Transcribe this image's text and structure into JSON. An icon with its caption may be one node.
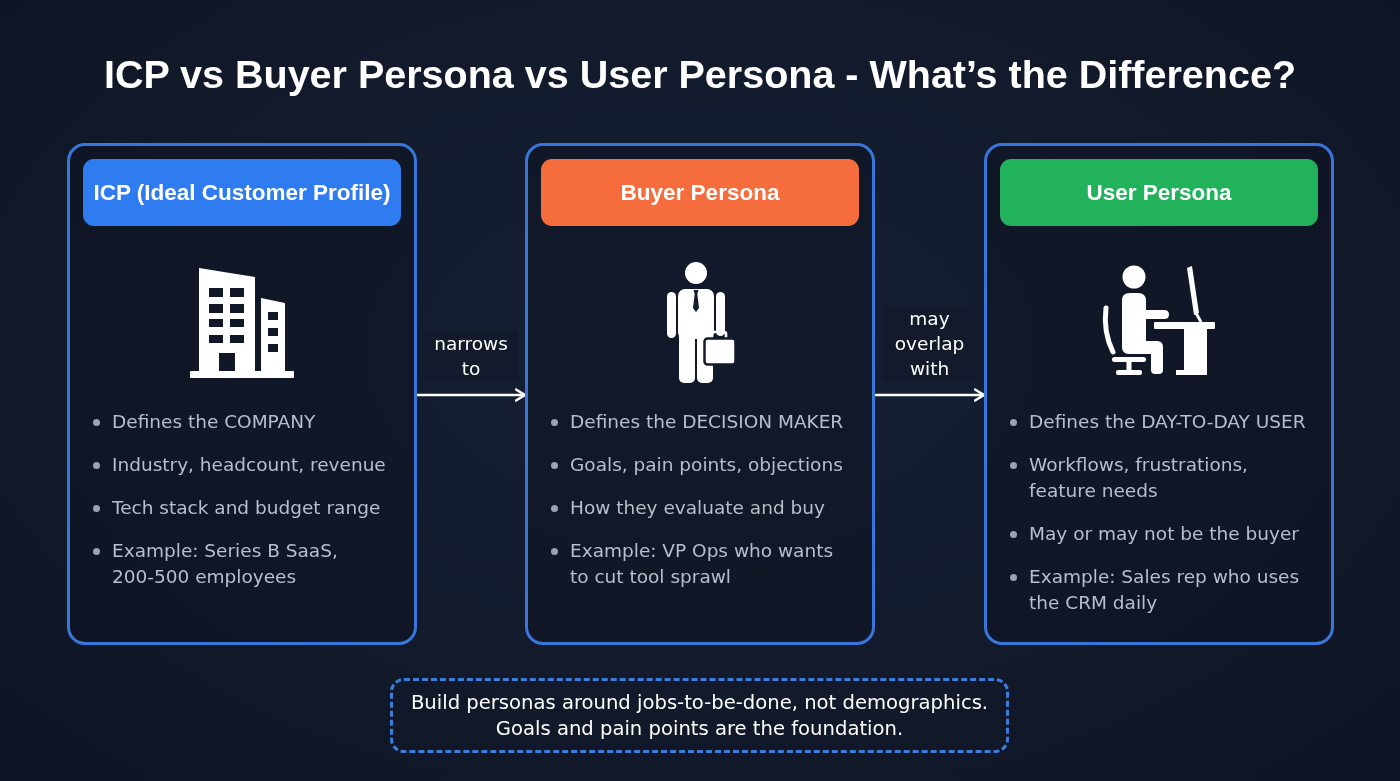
{
  "diagram": {
    "title": "ICP vs Buyer Persona vs User Persona - What’s the Difference?",
    "nodes": [
      {
        "text": [
          "Defines the COMPANY",
          "Industry, headcount, revenue",
          "Tech stack and budget range",
          "Example: Series B SaaS, 200-500 employees"
        ]
      },
      {
        "text": [
          "ICP (Ideal Customer Profile)"
        ],
        "in": 0
      },
      {
        "text": [
          "Defines the DECISION MAKER",
          "Goals, pain points, objections",
          "How they evaluate and buy",
          "Example: VP Ops who wants to cut tool sprawl"
        ]
      },
      {
        "text": [
          "Buyer Persona"
        ],
        "in": 2
      },
      {
        "text": [
          "Defines the DAY-TO-DAY USER",
          "Workflows, frustrations, feature needs",
          "May or may not be the buyer",
          "Example: Sales rep who uses the CRM daily"
        ]
      },
      {
        "text": [
          "User Persona"
        ],
        "in": 4
      },
      {
        "text": [
          "Build personas around jobs-to-be-done, not demographics. Goals and pain points are the foundation."
        ]
      }
    ],
    "edges": [
      {
        "from": 0,
        "to": 2,
        "arrow": "to",
        "label": "narrows to"
      },
      {
        "from": 2,
        "to": 4,
        "arrow": "to",
        "label": "may overlap with"
      }
    ]
  }
}
